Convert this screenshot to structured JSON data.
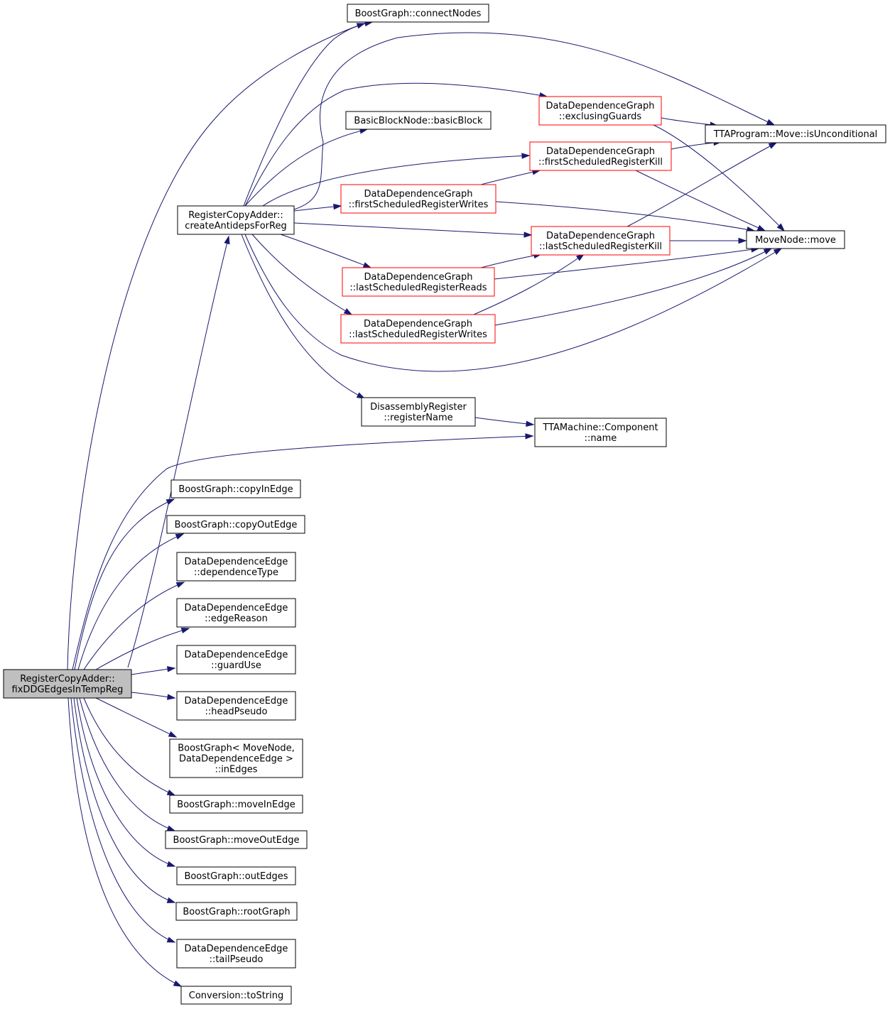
{
  "nodes": {
    "fix": {
      "lines": [
        "RegisterCopyAdder::",
        "fixDDGEdgesInTempReg"
      ],
      "style": "root"
    },
    "connect": {
      "lines": [
        "BoostGraph::connectNodes"
      ],
      "style": "normal"
    },
    "createAnti": {
      "lines": [
        "RegisterCopyAdder::",
        "createAntidepsForReg"
      ],
      "style": "normal"
    },
    "basicBlock": {
      "lines": [
        "BasicBlockNode::basicBlock"
      ],
      "style": "normal"
    },
    "exclGuards": {
      "lines": [
        "DataDependenceGraph",
        "::exclusingGuards"
      ],
      "style": "red"
    },
    "isUncond": {
      "lines": [
        "TTAProgram::Move::isUnconditional"
      ],
      "style": "normal"
    },
    "firstKill": {
      "lines": [
        "DataDependenceGraph",
        "::firstScheduledRegisterKill"
      ],
      "style": "red"
    },
    "firstWrites": {
      "lines": [
        "DataDependenceGraph",
        "::firstScheduledRegisterWrites"
      ],
      "style": "red"
    },
    "moveNode": {
      "lines": [
        "MoveNode::move"
      ],
      "style": "normal"
    },
    "lastKill": {
      "lines": [
        "DataDependenceGraph",
        "::lastScheduledRegisterKill"
      ],
      "style": "red"
    },
    "lastReads": {
      "lines": [
        "DataDependenceGraph",
        "::lastScheduledRegisterReads"
      ],
      "style": "red"
    },
    "lastWrites": {
      "lines": [
        "DataDependenceGraph",
        "::lastScheduledRegisterWrites"
      ],
      "style": "red"
    },
    "regName": {
      "lines": [
        "DisassemblyRegister",
        "::registerName"
      ],
      "style": "normal"
    },
    "compName": {
      "lines": [
        "TTAMachine::Component",
        "::name"
      ],
      "style": "normal"
    },
    "copyIn": {
      "lines": [
        "BoostGraph::copyInEdge"
      ],
      "style": "normal"
    },
    "copyOut": {
      "lines": [
        "BoostGraph::copyOutEdge"
      ],
      "style": "normal"
    },
    "depType": {
      "lines": [
        "DataDependenceEdge",
        "::dependenceType"
      ],
      "style": "normal"
    },
    "edgeReason": {
      "lines": [
        "DataDependenceEdge",
        "::edgeReason"
      ],
      "style": "normal"
    },
    "guardUse": {
      "lines": [
        "DataDependenceEdge",
        "::guardUse"
      ],
      "style": "normal"
    },
    "headPseudo": {
      "lines": [
        "DataDependenceEdge",
        "::headPseudo"
      ],
      "style": "normal"
    },
    "inEdges": {
      "lines": [
        "BoostGraph< MoveNode,",
        "DataDependenceEdge >",
        "::inEdges"
      ],
      "style": "normal"
    },
    "moveIn": {
      "lines": [
        "BoostGraph::moveInEdge"
      ],
      "style": "normal"
    },
    "moveOut": {
      "lines": [
        "BoostGraph::moveOutEdge"
      ],
      "style": "normal"
    },
    "outEdges": {
      "lines": [
        "BoostGraph::outEdges"
      ],
      "style": "normal"
    },
    "rootGraph": {
      "lines": [
        "BoostGraph::rootGraph"
      ],
      "style": "normal"
    },
    "tailPseudo": {
      "lines": [
        "DataDependenceEdge",
        "::tailPseudo"
      ],
      "style": "normal"
    },
    "toString": {
      "lines": [
        "Conversion::toString"
      ],
      "style": "normal"
    }
  },
  "edges": [
    [
      "fix",
      "connect"
    ],
    [
      "fix",
      "createAnti"
    ],
    [
      "fix",
      "compName"
    ],
    [
      "fix",
      "copyIn"
    ],
    [
      "fix",
      "copyOut"
    ],
    [
      "fix",
      "depType"
    ],
    [
      "fix",
      "edgeReason"
    ],
    [
      "fix",
      "guardUse"
    ],
    [
      "fix",
      "headPseudo"
    ],
    [
      "fix",
      "inEdges"
    ],
    [
      "fix",
      "moveIn"
    ],
    [
      "fix",
      "moveOut"
    ],
    [
      "fix",
      "outEdges"
    ],
    [
      "fix",
      "rootGraph"
    ],
    [
      "fix",
      "tailPseudo"
    ],
    [
      "fix",
      "toString"
    ],
    [
      "createAnti",
      "connect"
    ],
    [
      "createAnti",
      "basicBlock"
    ],
    [
      "createAnti",
      "exclGuards"
    ],
    [
      "createAnti",
      "isUncond"
    ],
    [
      "createAnti",
      "firstKill"
    ],
    [
      "createAnti",
      "firstWrites"
    ],
    [
      "createAnti",
      "lastKill"
    ],
    [
      "createAnti",
      "lastReads"
    ],
    [
      "createAnti",
      "lastWrites"
    ],
    [
      "createAnti",
      "moveNode"
    ],
    [
      "createAnti",
      "regName"
    ],
    [
      "exclGuards",
      "isUncond"
    ],
    [
      "exclGuards",
      "moveNode"
    ],
    [
      "firstKill",
      "isUncond"
    ],
    [
      "firstKill",
      "moveNode"
    ],
    [
      "firstWrites",
      "firstKill"
    ],
    [
      "firstWrites",
      "moveNode"
    ],
    [
      "lastKill",
      "isUncond"
    ],
    [
      "lastKill",
      "moveNode"
    ],
    [
      "lastReads",
      "lastKill"
    ],
    [
      "lastReads",
      "moveNode"
    ],
    [
      "lastWrites",
      "lastKill"
    ],
    [
      "lastWrites",
      "moveNode"
    ],
    [
      "regName",
      "compName"
    ]
  ],
  "colors": {
    "edge": "#191970",
    "red_border": "#ff0000",
    "root_fill": "#bfbfbf"
  }
}
